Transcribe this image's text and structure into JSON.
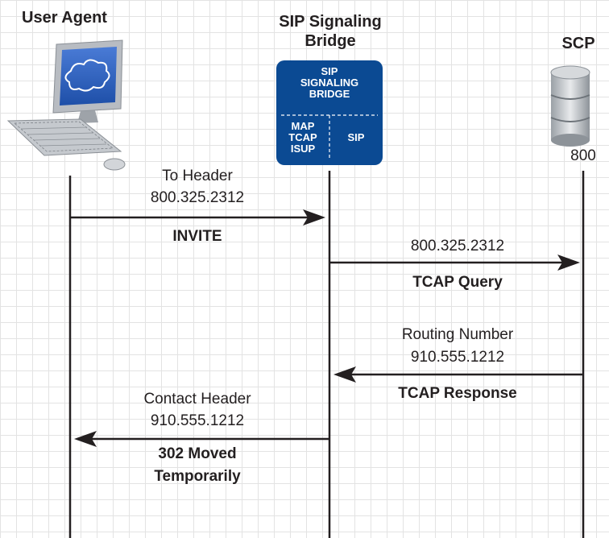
{
  "participants": {
    "user_agent": "User Agent",
    "bridge_line1": "SIP Signaling",
    "bridge_line2": "Bridge",
    "scp": "SCP"
  },
  "bridge_box": {
    "title": [
      "SIP",
      "SIGNALING",
      "BRIDGE"
    ],
    "left_protocols": [
      "MAP",
      "TCAP",
      "ISUP"
    ],
    "right_protocol": "SIP",
    "fill": "#0b4a93"
  },
  "scp_label": "800",
  "messages": [
    {
      "top": "To Header",
      "value": "800.325.2312",
      "name": "INVITE"
    },
    {
      "value": "800.325.2312",
      "name": "TCAP Query"
    },
    {
      "top": "Routing Number",
      "value": "910.555.1212",
      "name": "TCAP Response"
    },
    {
      "top": "Contact Header",
      "value": "910.555.1212",
      "name_line1": "302 Moved",
      "name_line2": "Temporarily"
    }
  ]
}
